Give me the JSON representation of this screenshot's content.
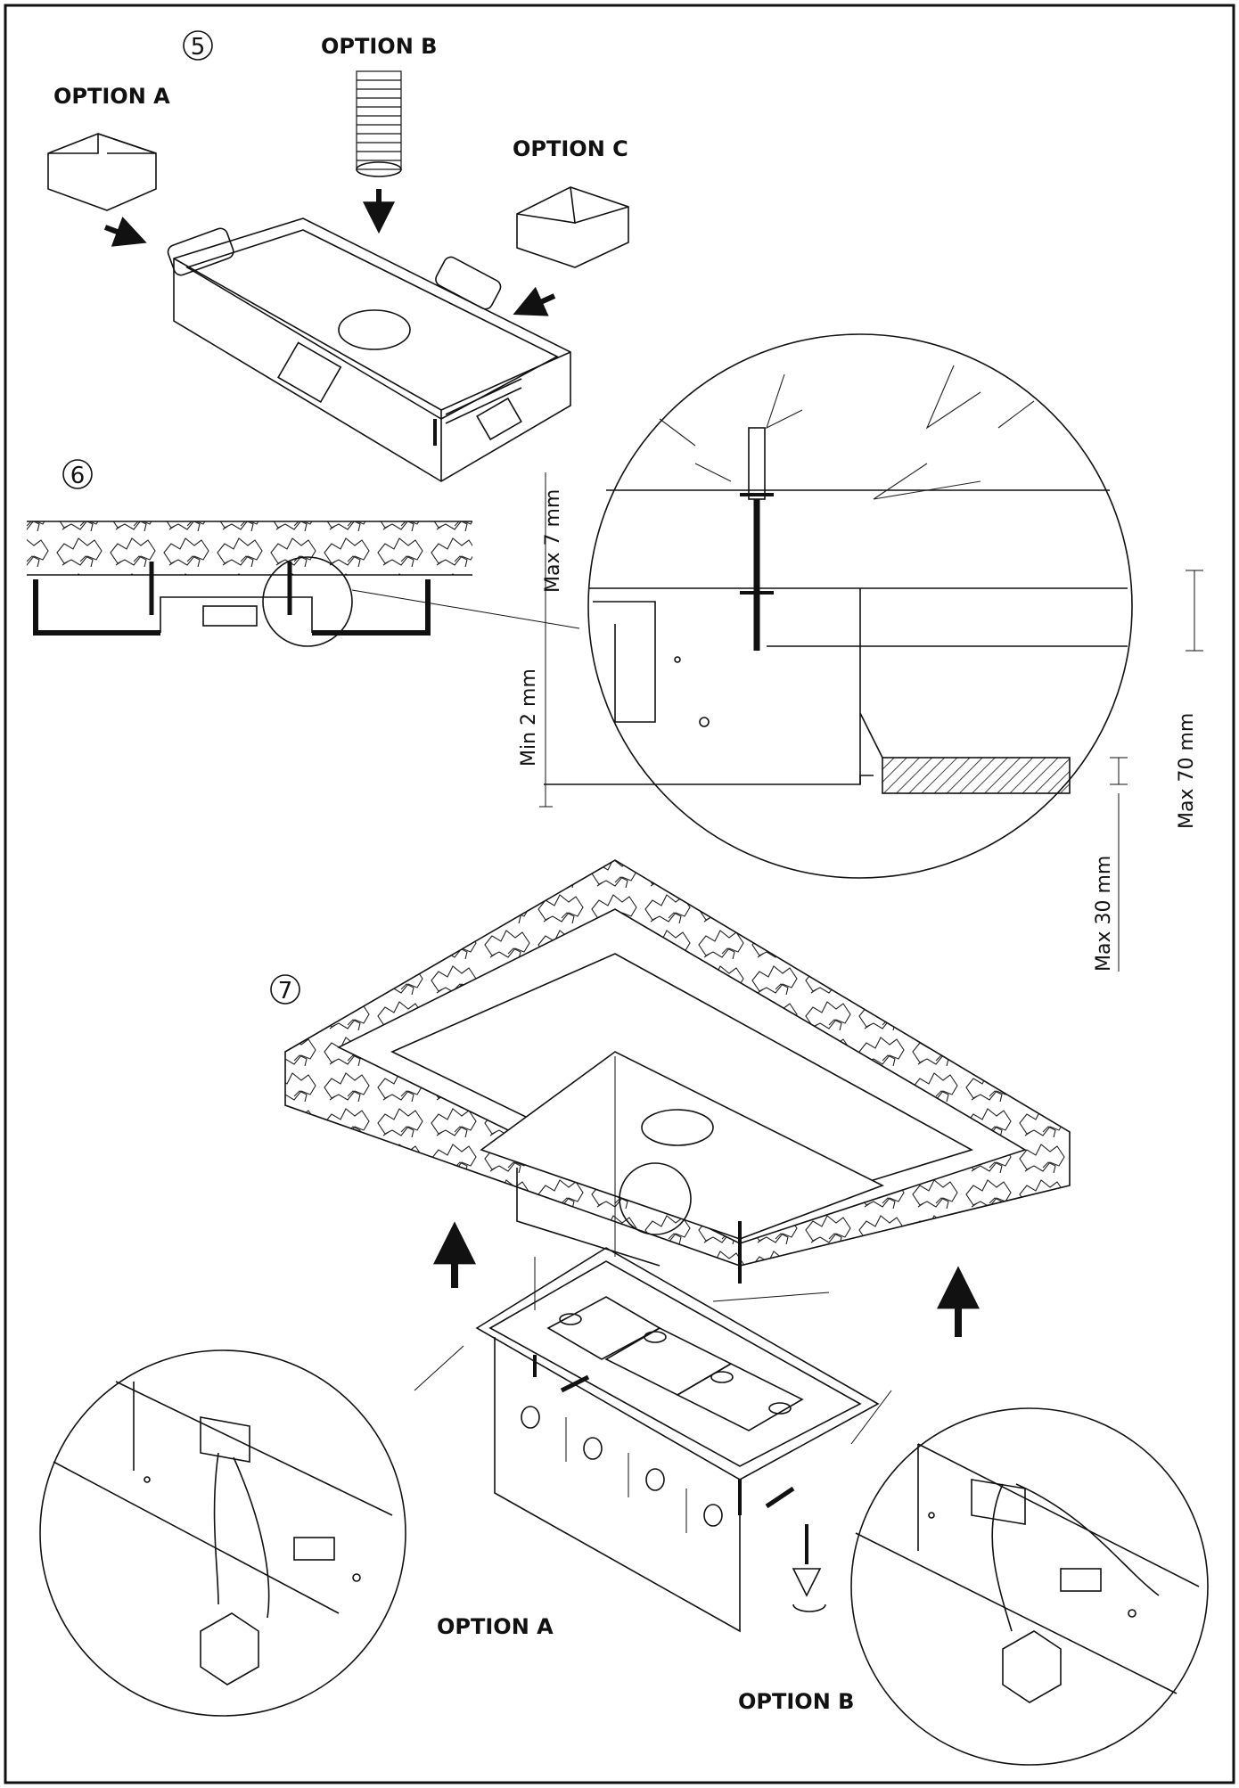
{
  "steps": [
    "5",
    "6",
    "7"
  ],
  "options": {
    "a": "OPTION A",
    "b": "OPTION B",
    "c": "OPTION C"
  },
  "dimensions": {
    "max_7": "Max 7 mm",
    "min_2": "Min 2 mm",
    "max_70": "Max 70 mm",
    "max_30": "Max 30 mm"
  }
}
